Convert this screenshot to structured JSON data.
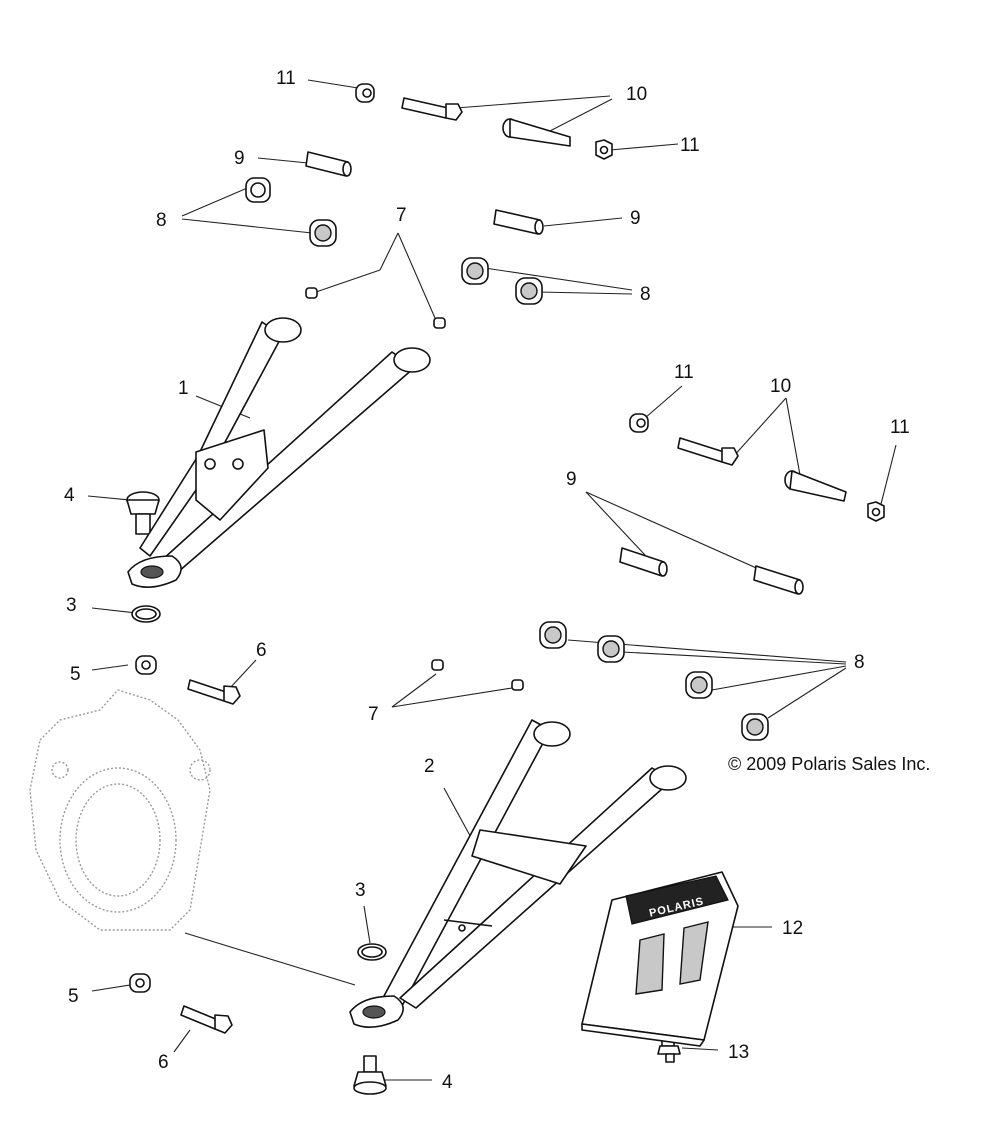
{
  "callouts": {
    "c11a": "11",
    "c10a": "10",
    "c11b": "11",
    "c9a": "9",
    "c7a": "7",
    "c9b": "9",
    "c8a": "8",
    "c8b": "8",
    "c1": "1",
    "c11c": "11",
    "c10b": "10",
    "c11d": "11",
    "c4a": "4",
    "c9c": "9",
    "c3a": "3",
    "c5a": "5",
    "c6a": "6",
    "c8c": "8",
    "c7b": "7",
    "c2": "2",
    "c3b": "3",
    "c12": "12",
    "c5b": "5",
    "c6b": "6",
    "c13": "13",
    "c4b": "4"
  },
  "copyright": "© 2009 Polaris Sales Inc.",
  "skid_plate_logo": "POLARIS"
}
